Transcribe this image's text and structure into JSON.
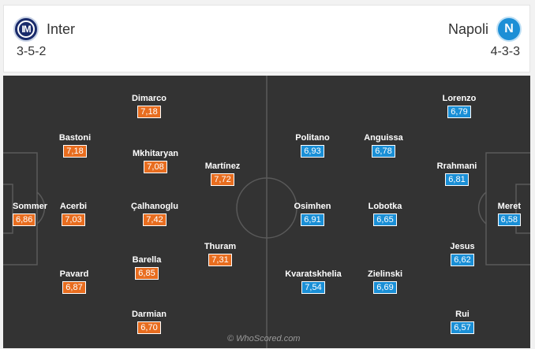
{
  "home": {
    "name": "Inter",
    "formation": "3-5-2",
    "crest_text": "IM",
    "color": "#e86d1f"
  },
  "away": {
    "name": "Napoli",
    "formation": "4-3-3",
    "crest_text": "N",
    "color": "#1a8fd6"
  },
  "home_players": [
    {
      "name": "Sommer",
      "rating": "6,86"
    },
    {
      "name": "Bastoni",
      "rating": "7,18"
    },
    {
      "name": "Acerbi",
      "rating": "7,03"
    },
    {
      "name": "Pavard",
      "rating": "6,87"
    },
    {
      "name": "Dimarco",
      "rating": "7,18"
    },
    {
      "name": "Mkhitaryan",
      "rating": "7,08"
    },
    {
      "name": "Çalhanoglu",
      "rating": "7,42"
    },
    {
      "name": "Barella",
      "rating": "6,85"
    },
    {
      "name": "Darmian",
      "rating": "6,70"
    },
    {
      "name": "Martínez",
      "rating": "7,72"
    },
    {
      "name": "Thuram",
      "rating": "7,31"
    }
  ],
  "away_players": [
    {
      "name": "Politano",
      "rating": "6,93"
    },
    {
      "name": "Osimhen",
      "rating": "6,91"
    },
    {
      "name": "Kvaratskhelia",
      "rating": "7,54"
    },
    {
      "name": "Anguissa",
      "rating": "6,78"
    },
    {
      "name": "Lobotka",
      "rating": "6,65"
    },
    {
      "name": "Zielinski",
      "rating": "6,69"
    },
    {
      "name": "Lorenzo",
      "rating": "6,79"
    },
    {
      "name": "Rrahmani",
      "rating": "6,81"
    },
    {
      "name": "Jesus",
      "rating": "6,62"
    },
    {
      "name": "Rui",
      "rating": "6,57"
    },
    {
      "name": "Meret",
      "rating": "6,58"
    }
  ],
  "watermark": "© WhoScored.com"
}
